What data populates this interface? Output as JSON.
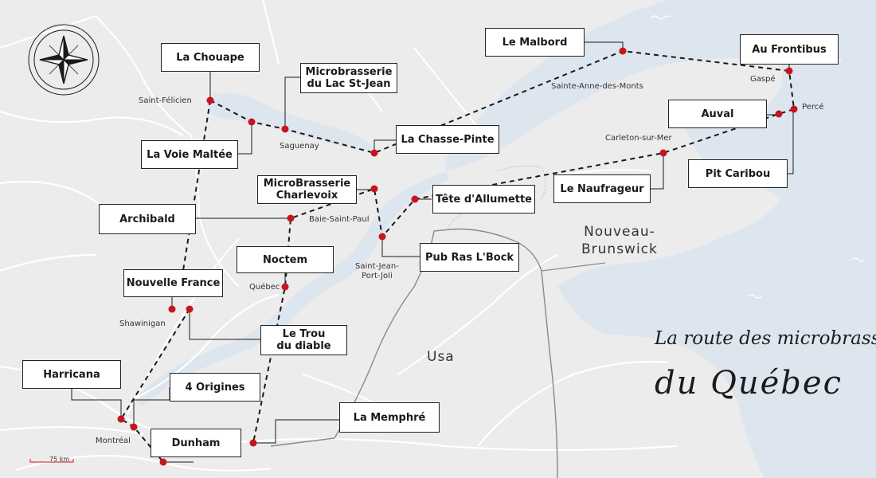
{
  "colors": {
    "land": "#ececec",
    "water": "#dde6ef",
    "road": "#ffffff",
    "border": "#8a8a8a",
    "route": "#1a1a1a",
    "marker": "#c8141e"
  },
  "map_title": {
    "line1": "La route des microbrasseries",
    "line2": "du Québec"
  },
  "regions": {
    "nb": "Nouveau-\nBrunswick",
    "usa": "Usa"
  },
  "scale": {
    "label": "75 km"
  },
  "compass": {
    "icon": "compass-rose-icon"
  },
  "breweries": [
    {
      "id": "la-chouape",
      "name": "La Chouape"
    },
    {
      "id": "microbrasserie-du-lac-st-jean",
      "name": "Microbrasserie\ndu Lac St-Jean"
    },
    {
      "id": "la-voie-maltee",
      "name": "La Voie Maltée"
    },
    {
      "id": "la-chasse-pinte",
      "name": "La Chasse-Pinte"
    },
    {
      "id": "le-malbord",
      "name": "Le Malbord"
    },
    {
      "id": "au-frontibus",
      "name": "Au Frontibus"
    },
    {
      "id": "auval",
      "name": "Auval"
    },
    {
      "id": "pit-caribou",
      "name": "Pit Caribou"
    },
    {
      "id": "le-naufrageur",
      "name": "Le Naufrageur"
    },
    {
      "id": "tete-dallumette",
      "name": "Tête d'Allumette"
    },
    {
      "id": "microbrasserie-charlevoix",
      "name": "MicroBrasserie\nCharlevoix"
    },
    {
      "id": "archibald",
      "name": "Archibald"
    },
    {
      "id": "pub-ras-lbock",
      "name": "Pub Ras L'Bock"
    },
    {
      "id": "noctem",
      "name": "Noctem"
    },
    {
      "id": "nouvelle-france",
      "name": "Nouvelle France"
    },
    {
      "id": "le-trou-du-diable",
      "name": "Le Trou\ndu diable"
    },
    {
      "id": "harricana",
      "name": "Harricana"
    },
    {
      "id": "4-origines",
      "name": "4 Origines"
    },
    {
      "id": "dunham",
      "name": "Dunham"
    },
    {
      "id": "la-memphre",
      "name": "La Memphré"
    }
  ],
  "cities": [
    {
      "id": "saint-felicien",
      "name": "Saint-Félicien"
    },
    {
      "id": "saguenay",
      "name": "Saguenay"
    },
    {
      "id": "sainte-anne-des-monts",
      "name": "Sainte-Anne-des-Monts"
    },
    {
      "id": "gaspe",
      "name": "Gaspé"
    },
    {
      "id": "perce",
      "name": "Percé"
    },
    {
      "id": "carleton-sur-mer",
      "name": "Carleton-sur-Mer"
    },
    {
      "id": "baie-saint-paul",
      "name": "Baie-Saint-Paul"
    },
    {
      "id": "saint-jean-port-joli",
      "name": "Saint-Jean-\nPort-Joli"
    },
    {
      "id": "quebec",
      "name": "Québec"
    },
    {
      "id": "shawinigan",
      "name": "Shawinigan"
    },
    {
      "id": "montreal",
      "name": "Montréal"
    }
  ]
}
